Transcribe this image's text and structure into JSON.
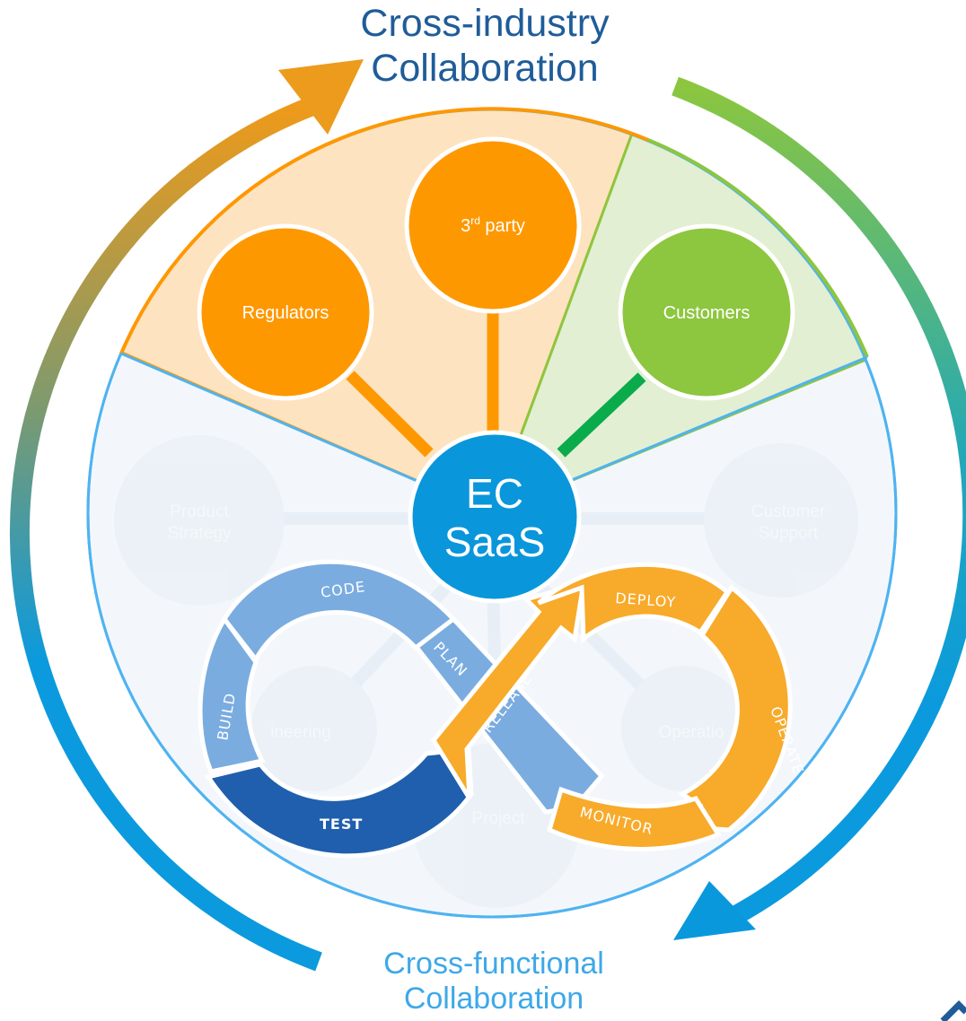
{
  "titles": {
    "top_line1": "Cross-industry",
    "top_line2": "Collaboration",
    "bottom_line1": "Cross-functional",
    "bottom_line2": "Collaboration"
  },
  "hub": {
    "line1": "EC",
    "line2": "SaaS",
    "color": "#0a96db"
  },
  "external_nodes": {
    "regulators": "Regulators",
    "third_party_base": "3",
    "third_party_sup": "rd",
    "third_party_rest": " party",
    "customers": "Customers"
  },
  "faded_nodes": {
    "product_line1": "Product",
    "product_line2": "Strategy",
    "support_line1": "Customer",
    "support_line2": "Support",
    "engineering": "ineering",
    "operations": "Operatio",
    "project": "Project"
  },
  "devops_stages": {
    "code": "CODE",
    "build": "BUILD",
    "test": "TEST",
    "plan": "PLAN",
    "release": "RELEASE",
    "deploy": "DEPLOY",
    "operate": "OPERATE",
    "monitor": "MONITOR"
  },
  "colors": {
    "orange": "#fe9800",
    "green": "#8dc63f",
    "light_blue_segment": "#7aace0",
    "dark_blue_segment": "#1f5fad",
    "gold_segment": "#f8aa2a",
    "blue_arrow": "#0a98dd"
  }
}
